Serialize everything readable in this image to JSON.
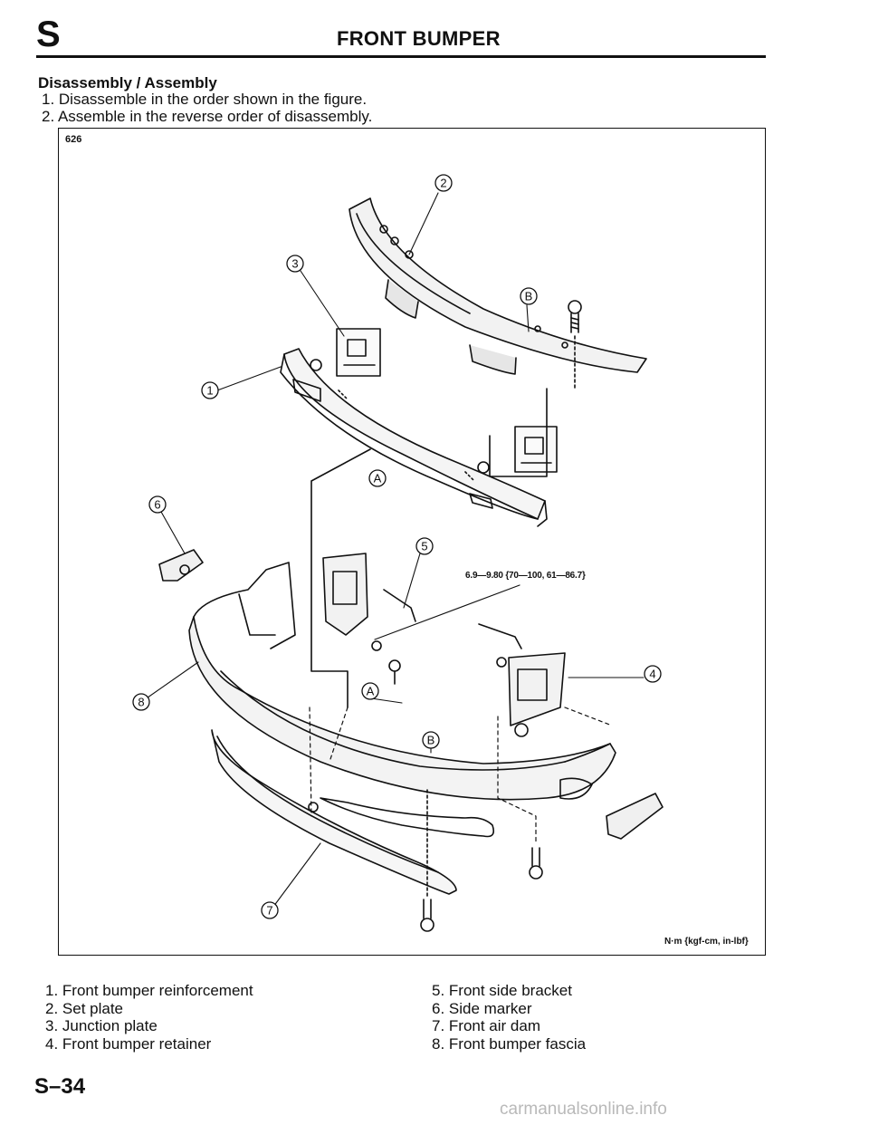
{
  "header": {
    "section_letter": "S",
    "title": "FRONT BUMPER"
  },
  "section_heading": "Disassembly / Assembly",
  "instructions": [
    "1. Disassemble in the order shown in the figure.",
    "2. Assemble in the reverse order of disassembly."
  ],
  "figure": {
    "model_code": "626",
    "torque_spec": "6.9—9.80 {70—100, 61—86.7}",
    "units_note": "N·m {kgf-cm, in-lbf}",
    "callouts": [
      "1",
      "2",
      "3",
      "4",
      "5",
      "6",
      "7",
      "8",
      "A",
      "B"
    ]
  },
  "parts_list": {
    "left": [
      "1.  Front bumper reinforcement",
      "2.  Set plate",
      "3.  Junction plate",
      "4.  Front bumper retainer"
    ],
    "right": [
      "5.  Front side bracket",
      "6.  Side marker",
      "7.  Front air dam",
      "8.  Front bumper fascia"
    ]
  },
  "page_number": "S–34",
  "watermark": "carmanualsonline.info"
}
